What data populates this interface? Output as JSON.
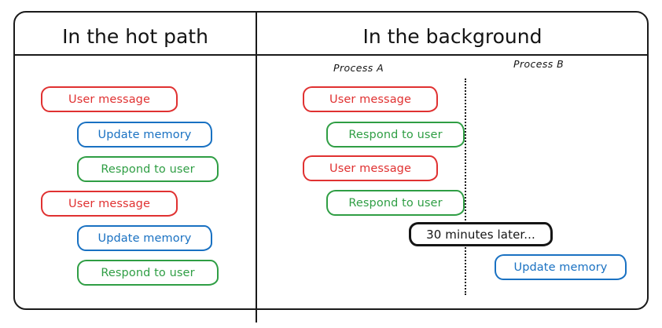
{
  "diagram": {
    "title_hidden": "",
    "panels": [
      {
        "id": "hot-path",
        "title": "In the hot path",
        "steps": [
          {
            "label": "User message",
            "kind": "user",
            "color": "#e03131"
          },
          {
            "label": "Update memory",
            "kind": "memory",
            "color": "#1971c2"
          },
          {
            "label": "Respond to user",
            "kind": "respond",
            "color": "#2f9e44"
          },
          {
            "label": "User message",
            "kind": "user",
            "color": "#e03131"
          },
          {
            "label": "Update memory",
            "kind": "memory",
            "color": "#1971c2"
          },
          {
            "label": "Respond to user",
            "kind": "respond",
            "color": "#2f9e44"
          }
        ]
      },
      {
        "id": "background",
        "title": "In the background",
        "lanes": [
          {
            "id": "process-a",
            "label": "Process A"
          },
          {
            "id": "process-b",
            "label": "Process B"
          }
        ],
        "process_a_steps": [
          {
            "label": "User message",
            "kind": "user",
            "color": "#e03131"
          },
          {
            "label": "Respond to user",
            "kind": "respond",
            "color": "#2f9e44"
          },
          {
            "label": "User message",
            "kind": "user",
            "color": "#e03131"
          },
          {
            "label": "Respond to user",
            "kind": "respond",
            "color": "#2f9e44"
          }
        ],
        "time_marker": {
          "label": "30 minutes later...",
          "color": "#151515"
        },
        "process_b_steps": [
          {
            "label": "Update memory",
            "kind": "memory",
            "color": "#1971c2"
          }
        ]
      }
    ]
  },
  "palette": {
    "user_message": "#e03131",
    "update_memory": "#1971c2",
    "respond_to_user": "#2f9e44",
    "frame": "#1a1a1a",
    "background": "#ffffff"
  }
}
